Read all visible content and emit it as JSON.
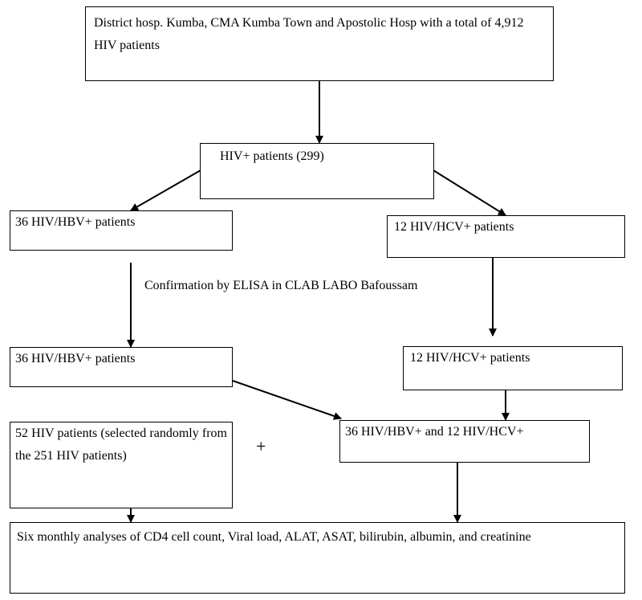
{
  "boxes": {
    "top": "District hosp. Kumba, CMA Kumba Town and Apostolic Hosp with a total of 4,912 HIV patients",
    "hiv_positive": "HIV+ patients (299)",
    "hbv_left_1": "36 HIV/HBV+ patients",
    "hcv_right_1": "12 HIV/HCV+ patients",
    "hbv_left_2": "36 HIV/HBV+ patients",
    "hcv_right_2": "12 HIV/HCV+ patients",
    "random_hiv": "52 HIV patients (selected randomly from the 251 HIV patients)",
    "combined": "36 HIV/HBV+ and 12 HIV/HCV+",
    "final": "Six monthly analyses of CD4 cell count, Viral load, ALAT, ASAT, bilirubin, albumin, and creatinine"
  },
  "labels": {
    "confirmation": "Confirmation by ELISA in CLAB LABO Bafoussam",
    "plus": "+"
  }
}
